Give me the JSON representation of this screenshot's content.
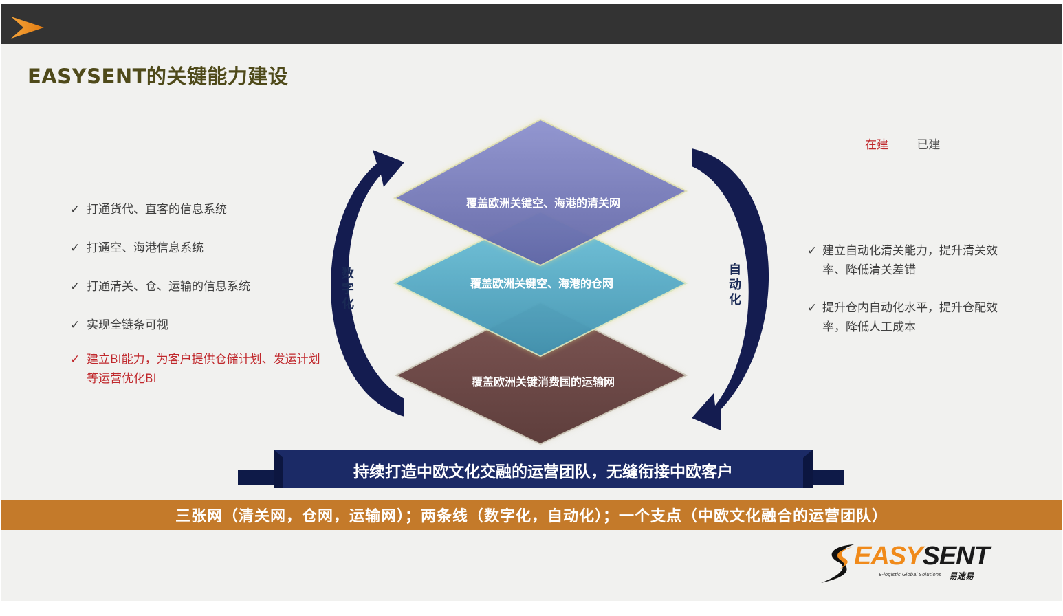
{
  "title": "EASYSENT的关键能力建设",
  "legend": [
    {
      "label": "在建",
      "color": "#c0282c"
    },
    {
      "label": "已建",
      "color": "#555555"
    }
  ],
  "left_items": [
    {
      "text": "打通货代、直客的信息系统",
      "status": "built"
    },
    {
      "text": "打通空、海港信息系统",
      "status": "built"
    },
    {
      "text": "打通清关、仓、运输的信息系统",
      "status": "built"
    },
    {
      "text": "实现全链条可视",
      "status": "built"
    },
    {
      "text": "建立BI能力，为客户提供仓储计划、发运计划等运营优化BI",
      "status": "in_progress"
    }
  ],
  "right_items": [
    {
      "text": "建立自动化清关能力，提升清关效率、降低清关差错",
      "status": "built"
    },
    {
      "text": "提升仓内自动化水平，提升仓配效率，降低人工成本",
      "status": "built"
    }
  ],
  "check_mark": "✓",
  "layers": [
    {
      "label": "覆盖欧洲关键空、海港的清关网",
      "color": "#6a6fb8"
    },
    {
      "label": "覆盖欧洲关键空、海港的仓网",
      "color": "#4aa6c6"
    },
    {
      "label": "覆盖欧洲关键消费国的运输网",
      "color": "#6e4a48"
    }
  ],
  "left_arrow_label": "数字化",
  "right_arrow_label": "自动化",
  "banner": "持续打造中欧文化交融的运营团队，无缝衔接中欧客户",
  "summary": "三张网（清关网，仓网，运输网）；两条线（数字化，自动化）；一个支点（中欧文化融合的运营团队）",
  "logo": {
    "word_part1": "EASY",
    "word_part2": "SENT",
    "sub": "E-logistic Global Solutions",
    "cn": "易速易"
  },
  "colors": {
    "top_bar": "#333333",
    "title": "#4f4a1a",
    "arrow": "#141c50",
    "banner": "#1b2a66",
    "summary_bar": "#c47a2a",
    "logo_orange": "#f08a1a",
    "in_progress": "#c0282c"
  },
  "icons": {
    "top_bar_chevron": "chevron-right-icon",
    "logo_mark": "swoosh-s-icon"
  }
}
